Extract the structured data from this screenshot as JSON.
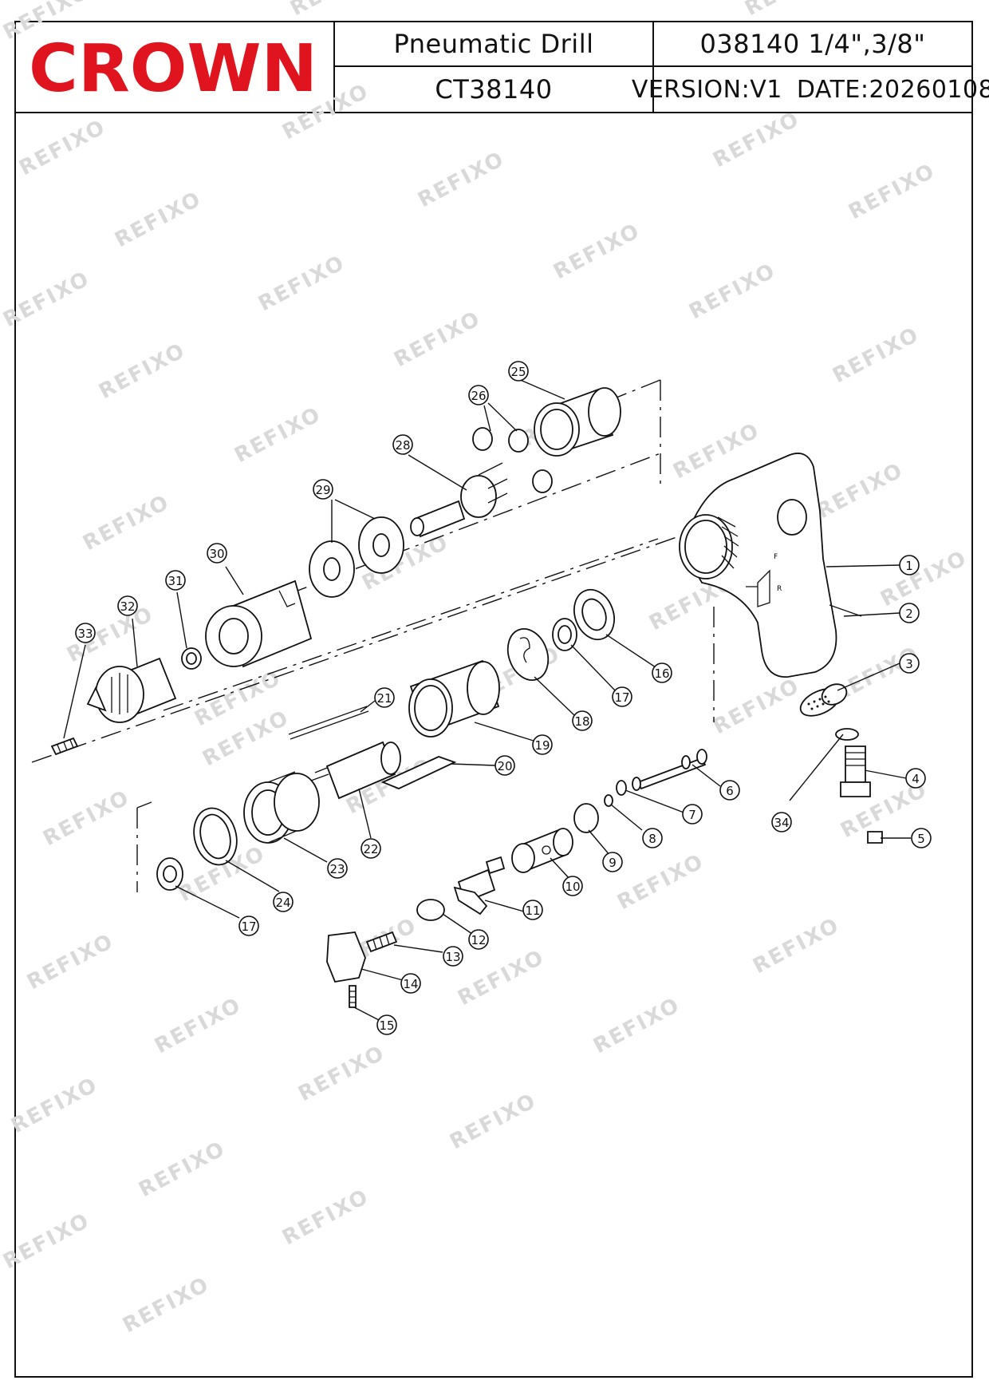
{
  "header": {
    "brand": "CROWN",
    "brand_color": "#e0141e",
    "product_name": "Pneumatic  Drill",
    "product_code": "038140  1/4\",3/8\"",
    "model": "CT38140",
    "version": "VERSION:V1",
    "date": "DATE:20260108"
  },
  "watermark": {
    "text": "REFIXO",
    "color": "#d9d9d9"
  },
  "selector_labels": {
    "forward": "F",
    "reverse": "R"
  },
  "callouts": [
    "1",
    "2",
    "3",
    "4",
    "5",
    "6",
    "7",
    "8",
    "9",
    "10",
    "11",
    "12",
    "13",
    "14",
    "15",
    "16",
    "17",
    "18",
    "19",
    "20",
    "21",
    "22",
    "23",
    "24",
    "25",
    "26",
    "28",
    "29",
    "30",
    "31",
    "32",
    "33",
    "34"
  ]
}
